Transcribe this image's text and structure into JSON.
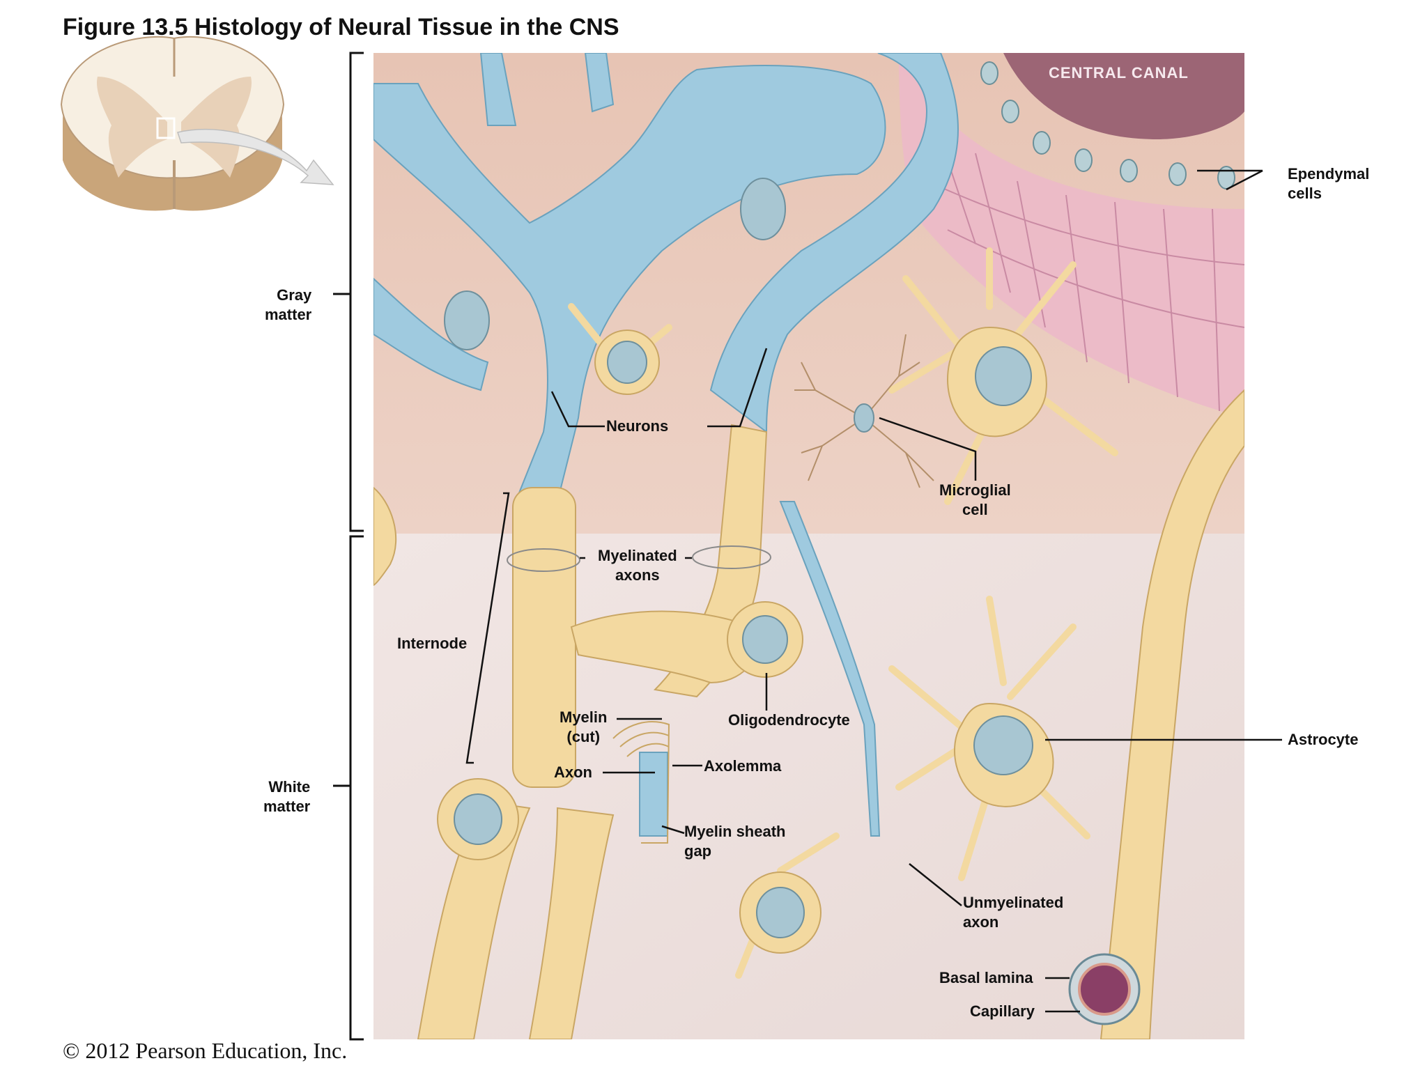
{
  "figure": {
    "title": "Figure 13.5  Histology of Neural Tissue in the CNS",
    "copyright": "© 2012 Pearson Education, Inc."
  },
  "regions": {
    "central_canal": "CENTRAL CANAL",
    "gray_matter": [
      "Gray",
      "matter"
    ],
    "white_matter": [
      "White",
      "matter"
    ]
  },
  "labels": {
    "ependymal_cells": [
      "Ependymal",
      "cells"
    ],
    "neurons": "Neurons",
    "microglial_cell": [
      "Microglial",
      "cell"
    ],
    "myelinated_axons": [
      "Myelinated",
      "axons"
    ],
    "internode": "Internode",
    "oligodendrocyte": "Oligodendrocyte",
    "myelin_cut": [
      "Myelin",
      "(cut)"
    ],
    "axon": "Axon",
    "axolemma": "Axolemma",
    "astrocyte": "Astrocyte",
    "myelin_sheath_gap": [
      "Myelin sheath",
      "gap"
    ],
    "unmyelinated_axon": [
      "Unmyelinated",
      "axon"
    ],
    "basal_lamina": "Basal lamina",
    "capillary": "Capillary"
  },
  "colors": {
    "gray_matter_bg": "#e9cbbd",
    "white_matter_bg": "#efe2df",
    "neuron_blue": "#9fcadf",
    "glia_yellow": "#f3d9a0",
    "nucleus": "#a8c6d2",
    "canal": "#a06a7a",
    "ependymal": "#e7b2c4"
  }
}
